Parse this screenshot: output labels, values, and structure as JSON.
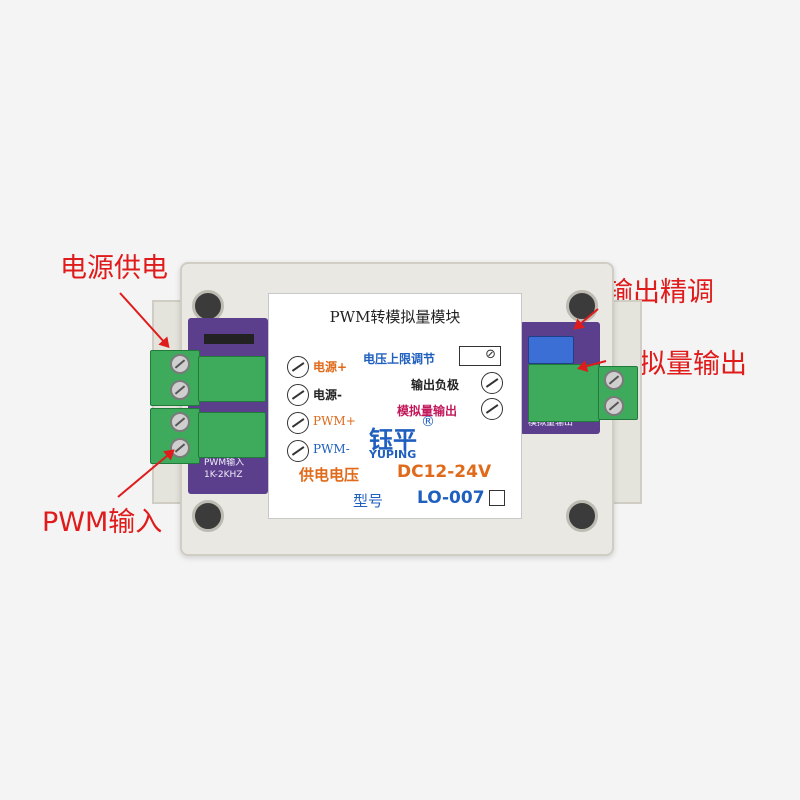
{
  "callouts": {
    "power_supply": "电源供电",
    "output_fine_tune": "输出精调",
    "analog_output": "模拟量输出",
    "pwm_input": "PWM输入"
  },
  "label": {
    "title": "PWM转模拟量模块",
    "voltage_upper_adjust": "电压上限调节",
    "left_terminals": [
      "电源+",
      "电源-",
      "PWM+",
      "PWM-"
    ],
    "right_terminals": [
      "输出负极",
      "模拟量输出"
    ],
    "brand_cn": "钰平",
    "registered_mark": "®",
    "brand_en": "YUPING",
    "supply_voltage_label": "供电电压",
    "supply_voltage_value": "DC12-24V",
    "model_label": "型号",
    "model_value": "LO-007"
  },
  "pcb": {
    "left_silk_1": "PWM输入",
    "left_silk_2": "1K-2KHZ",
    "right_silk": "模拟量输出"
  },
  "colors": {
    "callout_red": "#e01b1b",
    "pcb_purple": "#5b3f8c",
    "terminal_green": "#3daa5c",
    "label_orange": "#e06a1a",
    "label_blue": "#1f5fbf"
  }
}
